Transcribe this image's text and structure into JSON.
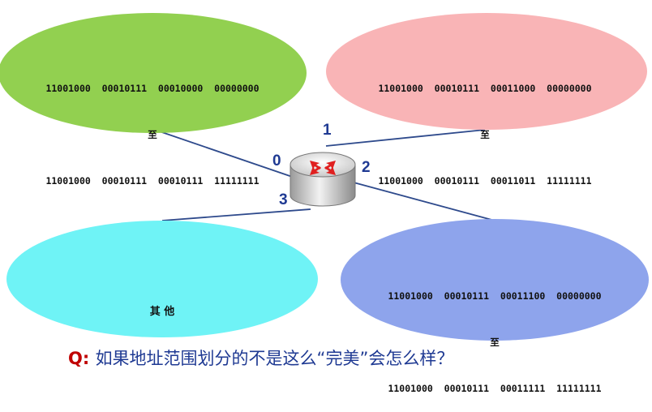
{
  "regions": {
    "green": {
      "start": "11001000  00010111  00010000  00000000",
      "to": "至",
      "end": "11001000  00010111  00010111  11111111",
      "color": "#92d050"
    },
    "pink": {
      "start": "11001000  00010111  00011000  00000000",
      "to": "至",
      "end": "11001000  00010111  00011011  11111111",
      "color": "#f9b4b6"
    },
    "cyan": {
      "label": "其 他",
      "color": "#6ff3f6"
    },
    "blue": {
      "start": "11001000  00010111  00011100  00000000",
      "to": "至",
      "end": "11001000  00010111  00011111  11111111",
      "color": "#8ea4ec"
    }
  },
  "ports": {
    "p0": "0",
    "p1": "1",
    "p2": "2",
    "p3": "3"
  },
  "question": {
    "prefix": "Q:",
    "text": "如果地址范围划分的不是这么“完美”会怎么样？"
  },
  "colors": {
    "link": "#2e4a8c",
    "port_label": "#1f3a93",
    "question_prefix": "#c00000",
    "question_text": "#1f3a93",
    "router_arrow": "#e02020"
  }
}
